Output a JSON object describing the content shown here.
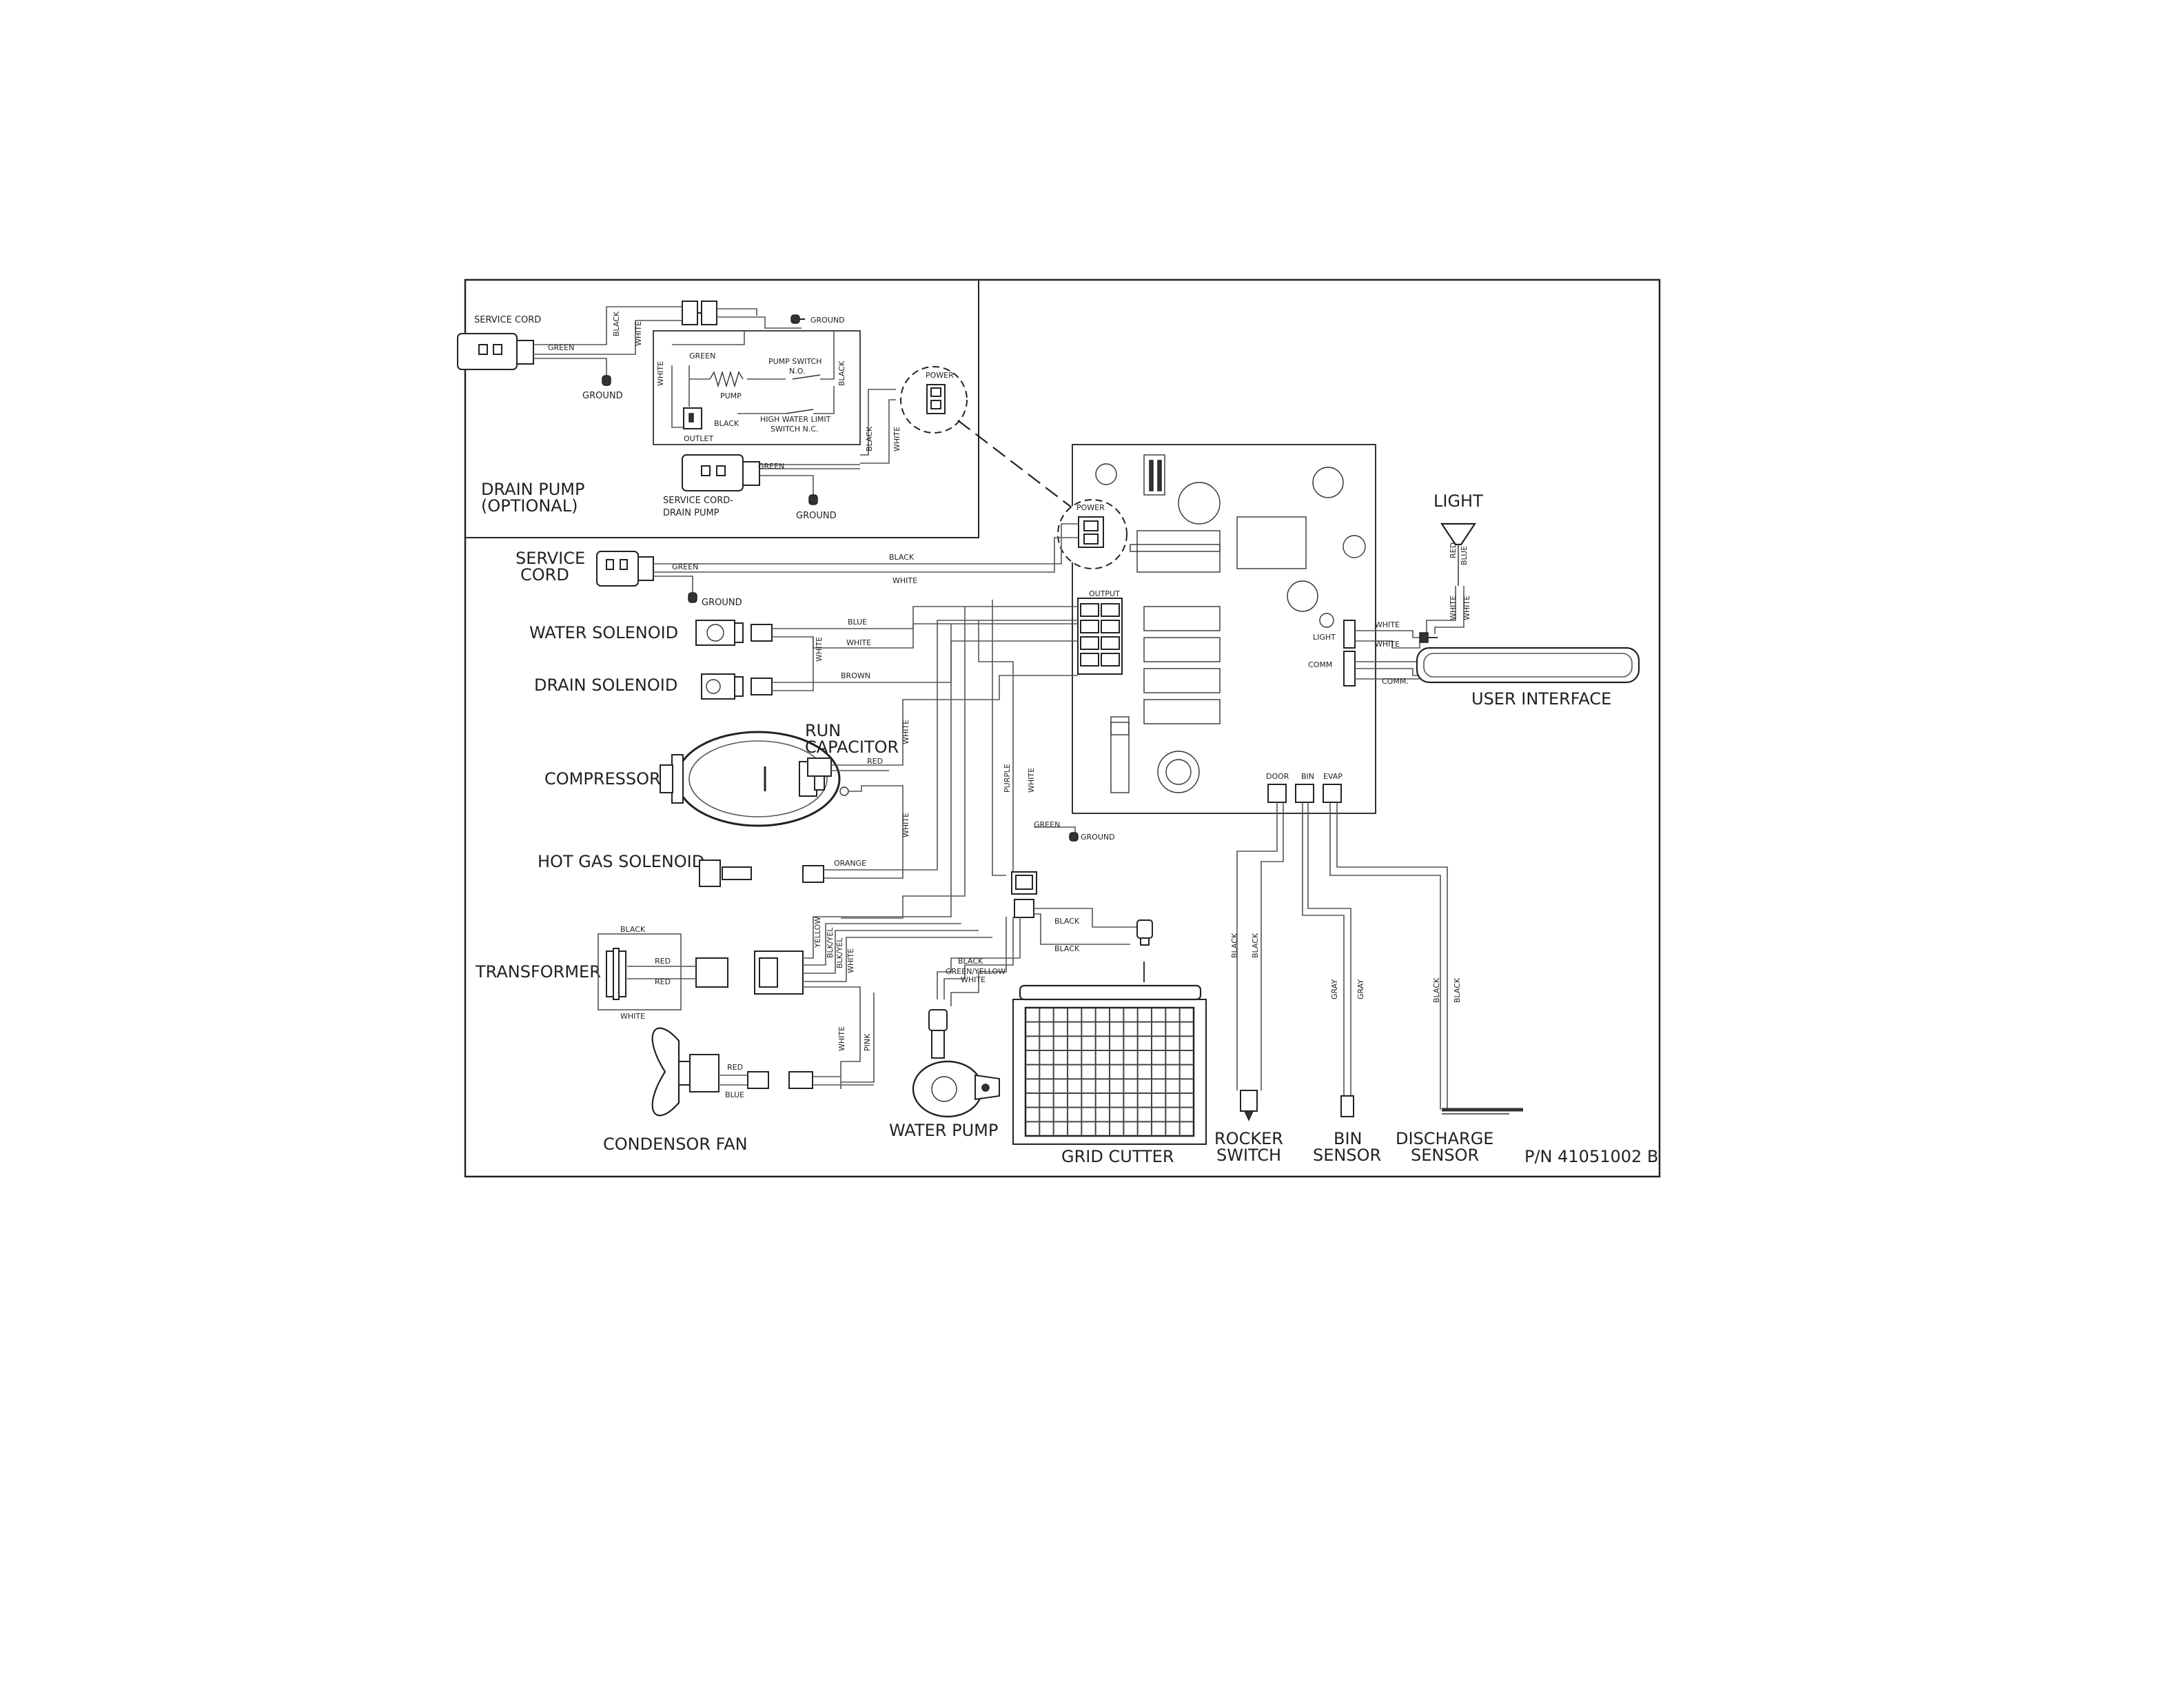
{
  "drain_pump": {
    "title_line1": "DRAIN PUMP",
    "title_line2": "(OPTIONAL)",
    "service_cord": "SERVICE CORD",
    "green": "GREEN",
    "black": "BLACK",
    "white": "WHITE",
    "ground": "GROUND",
    "pump": "PUMP",
    "pump_switch_line1": "PUMP SWITCH",
    "pump_switch_line2": "N.O.",
    "high_water_line1": "HIGH WATER LIMIT",
    "high_water_line2": "SWITCH N.C.",
    "outlet": "OUTLET",
    "service_cord_drain_line1": "SERVICE CORD-",
    "service_cord_drain_line2": "DRAIN PUMP",
    "power": "POWER"
  },
  "components": {
    "service_cord_line1": "SERVICE",
    "service_cord_line2": "CORD",
    "water_solenoid": "WATER  SOLENOID",
    "drain_solenoid": "DRAIN SOLENOID",
    "compressor": "COMPRESSOR",
    "run_capacitor_line1": "RUN",
    "run_capacitor_line2": "CAPACITOR",
    "hot_gas_solenoid": "HOT GAS SOLENOID",
    "transformer": "TRANSFORMER",
    "condensor_fan": "CONDENSOR FAN",
    "water_pump": "WATER PUMP",
    "grid_cutter": "GRID CUTTER",
    "rocker_line1": "ROCKER",
    "rocker_line2": "SWITCH",
    "bin_line1": "BIN",
    "bin_line2": "SENSOR",
    "discharge_line1": "DISCHARGE",
    "discharge_line2": "SENSOR",
    "light": "LIGHT",
    "user_interface": "USER INTERFACE",
    "part_number": "P/N 41051002 B"
  },
  "board": {
    "power": "POWER",
    "output": "OUTPUT",
    "light": "LIGHT",
    "comm": "COMM",
    "door": "DOOR",
    "bin": "BIN",
    "evap": "EVAP",
    "comm_dot": "COMM."
  },
  "wires": {
    "black": "BLACK",
    "white": "WHITE",
    "green": "GREEN",
    "ground": "GROUND",
    "blue": "BLUE",
    "brown": "BROWN",
    "red": "RED",
    "orange": "ORANGE",
    "purple": "PURPLE",
    "yellow": "YELLOW",
    "blk_yel": "BLK/YEL",
    "pink": "PINK",
    "gray": "GRAY",
    "green_yellow": "GREEN/YELLOW"
  }
}
